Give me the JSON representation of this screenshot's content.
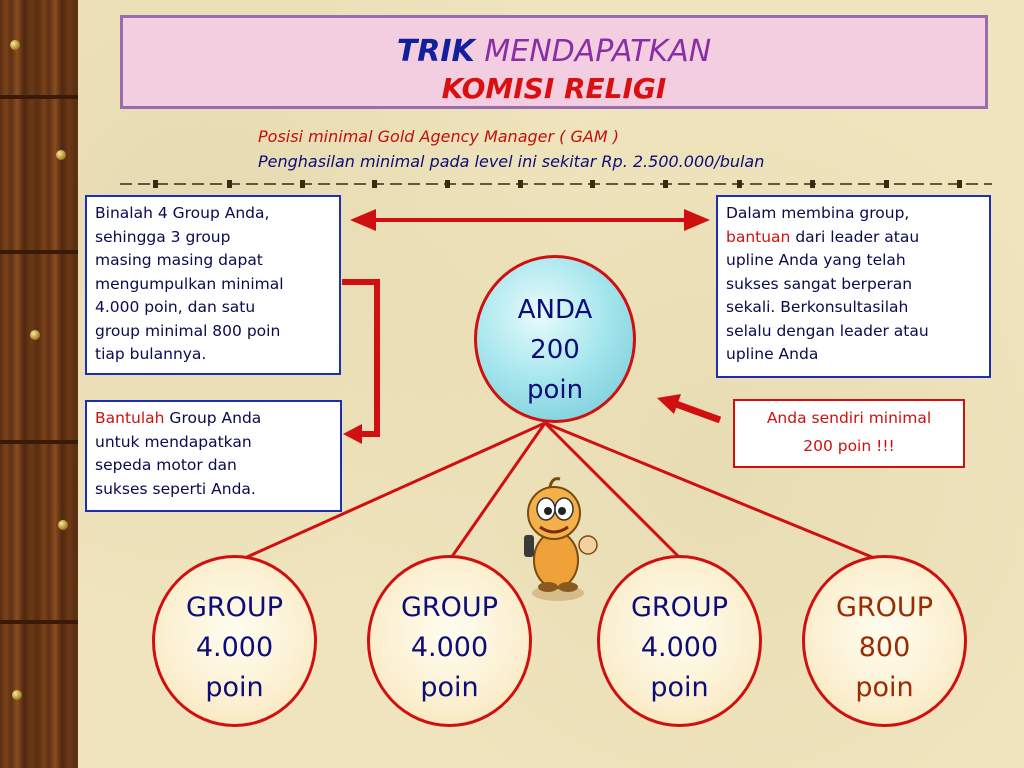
{
  "title": {
    "word1": "TRIK",
    "word2": "MENDAPATKAN",
    "line2": "KOMISI RELIGI"
  },
  "info": {
    "line1": "Posisi minimal Gold Agency Manager ( GAM )",
    "line2": "Penghasilan minimal pada level ini sekitar Rp. 2.500.000/bulan"
  },
  "left_top": {
    "lines": [
      "Binalah 4 Group Anda,",
      "sehingga 3 group",
      "masing masing dapat",
      "mengumpulkan minimal",
      "4.000 poin, dan satu",
      "group minimal 800 poin",
      "tiap bulannya."
    ]
  },
  "left_bottom": {
    "highlight": "Bantulah",
    "rest_line1": " Group Anda",
    "lines": [
      "untuk mendapatkan",
      "sepeda motor dan",
      "sukses seperti Anda."
    ]
  },
  "right_top": {
    "line1": "Dalam membina group,",
    "highlight": "bantuan",
    "rest_line2": " dari leader atau",
    "lines": [
      "upline Anda yang telah",
      "sukses sangat berperan",
      "sekali. Berkonsultasilah",
      "selalu dengan leader atau",
      "upline Anda"
    ]
  },
  "right_bottom": {
    "line1": "Anda sendiri minimal",
    "line2": "200 poin !!!"
  },
  "center": {
    "lines": [
      "ANDA",
      "200",
      "poin"
    ]
  },
  "groups": [
    {
      "lines": [
        "GROUP",
        "4.000",
        "poin"
      ]
    },
    {
      "lines": [
        "GROUP",
        "4.000",
        "poin"
      ]
    },
    {
      "lines": [
        "GROUP",
        "4.000",
        "poin"
      ]
    },
    {
      "lines": [
        "GROUP",
        "800",
        "poin"
      ]
    }
  ],
  "colors": {
    "title_border": "#9a6bb0",
    "title_bg": "#f3cde0",
    "accent_red": "#d01010",
    "text_navy": "#0d0d7a",
    "box_border_blue": "#1c2fb4",
    "group4_text": "#9a2c05"
  }
}
